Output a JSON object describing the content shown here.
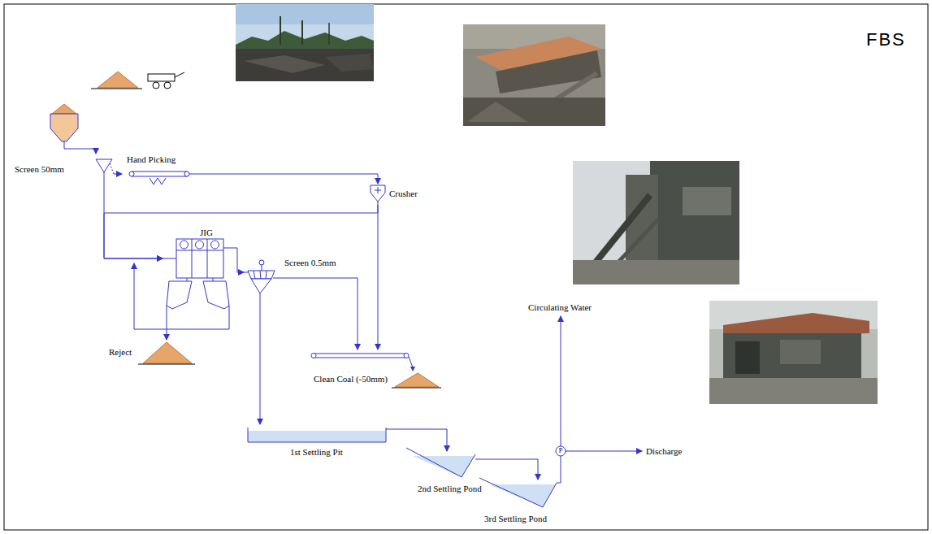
{
  "diagram": {
    "title": "FBS",
    "nodes": [
      {
        "text": [
          "Screen 50mm"
        ]
      },
      {
        "text": [
          "Hand Picking"
        ]
      },
      {
        "text": [
          "Crusher"
        ]
      },
      {
        "text": [
          "JIG"
        ]
      },
      {
        "text": [
          "Screen 0.5mm"
        ]
      },
      {
        "text": [
          "Reject"
        ]
      },
      {
        "text": [
          "Clean Coal (-50mm)"
        ]
      },
      {
        "text": [
          "1st Settling Pit"
        ]
      },
      {
        "text": [
          "2nd Settling Pond"
        ]
      },
      {
        "text": [
          "3rd Settling Pond"
        ]
      }
    ],
    "edges": [
      {
        "from": 0,
        "to": 1,
        "arrow": "to"
      },
      {
        "from": 1,
        "to": 2,
        "arrow": "to"
      },
      {
        "from": 0,
        "to": 3,
        "arrow": "to"
      },
      {
        "from": 2,
        "to": 3,
        "arrow": "to"
      },
      {
        "from": 2,
        "to": 6,
        "arrow": "to"
      },
      {
        "from": 3,
        "to": 4,
        "arrow": "to"
      },
      {
        "from": 3,
        "to": 5,
        "arrow": "to"
      },
      {
        "from": 4,
        "to": 6,
        "arrow": "to"
      },
      {
        "from": 4,
        "to": 7,
        "arrow": "to"
      },
      {
        "from": 7,
        "to": 8,
        "arrow": "to"
      },
      {
        "from": 8,
        "to": 9,
        "arrow": "to"
      }
    ],
    "labels": [
      "Circulating Water",
      "P",
      "Discharge"
    ]
  }
}
